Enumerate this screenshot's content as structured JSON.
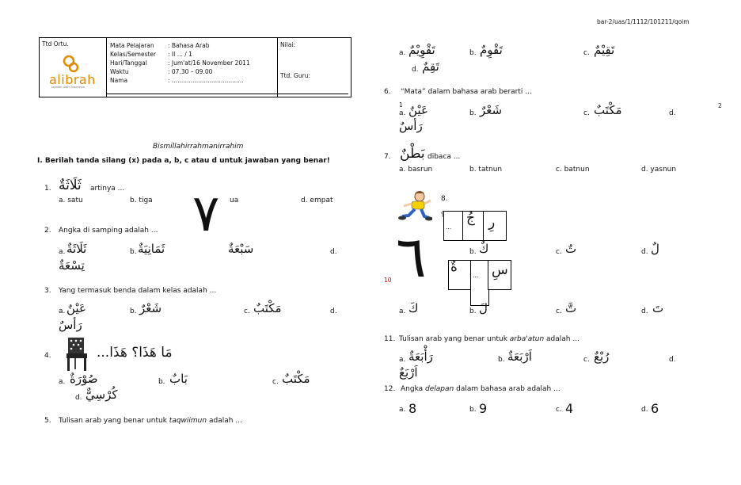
{
  "doc_code": "bar-2/uas/1/1112/101211/qoim",
  "page_number_right": "2",
  "header": {
    "ttd_ortu": "Ttd Ortu.",
    "logo_text": "alibrah",
    "logo_tagline": "sekolah islam indonesia",
    "rows": [
      {
        "label": "Mata Pelajaran",
        "value": ": Bahasa Arab"
      },
      {
        "label": "Kelas/Semester",
        "value": ": II ... / 1"
      },
      {
        "label": "Hari/Tanggal",
        "value": ": Jum'at/16 November 2011"
      },
      {
        "label": "Waktu",
        "value": ": 07.30 – 09.00"
      },
      {
        "label": "Nama",
        "value": ": ......................................"
      }
    ],
    "nilai": "Nilai:",
    "ttd_guru": "Ttd. Guru:"
  },
  "bismillah": "Bismillahirrahmanirrahim",
  "instruction": "I. Berilah tanda silang (x) pada a, b, c atau d untuk jawaban yang benar!",
  "q1": {
    "num": "1.",
    "arabic": "ثَلَاثَةٌ",
    "text": "artinya ...",
    "a": "a. satu",
    "b": "b. tiga",
    "c": "ua",
    "d": "d. empat"
  },
  "big_seven": "٧",
  "q2": {
    "num": "2.",
    "text": "Angka di samping adalah ...",
    "a": "a.",
    "a_ar": "ثَلَاثَةٌ",
    "b": "b.",
    "b_ar": "ثَمَانِيَةٌ",
    "c_ar": "سَبْعَةٌ",
    "d": "d.",
    "d_ar": "تِسْعَةٌ"
  },
  "q3": {
    "num": "3.",
    "text": "Yang termasuk benda dalam kelas adalah ...",
    "a": "a.",
    "a_ar": "عَيْنٌ",
    "b": "b.",
    "b_ar": "شَعْرٌ",
    "c": "c.",
    "c_ar": "مَكْتَبٌ",
    "d": "d.",
    "d_ar": "رَأسٌ"
  },
  "q4": {
    "num": "4.",
    "arabic": "مَا هَذَا؟ هَذَا...",
    "a": "a.",
    "a_ar": "صُوْرَةٌ",
    "b": "b.",
    "b_ar": "بَابٌ",
    "c": "c.",
    "c_ar": "مَكْتَبٌ",
    "d": "d.",
    "d_ar": "كُرْسِيٌّ"
  },
  "q5": {
    "num": "5.",
    "text_before": "Tulisan arab yang benar untuk",
    "text_italic": "taqwiimun",
    "text_after": "adalah ..."
  },
  "q5opts": {
    "a": "a.",
    "a_ar": "تَقْوِيْمٌ",
    "b": "b.",
    "b_ar": "تَقْوِمٌ",
    "c": "c.",
    "c_ar": "تَقِيْمٌ",
    "d": "d.",
    "d_ar": "تَقِمٌ"
  },
  "q6": {
    "num": "6.",
    "text": "“Mata” dalam bahasa arab berarti ...",
    "mark": "1",
    "a": "a.",
    "a_ar": "عَيْنٌ",
    "b": "b.",
    "b_ar": "شَعْرٌ",
    "c": "c.",
    "c_ar": "مَكْتَبٌ",
    "d": "d.",
    "d_ar": "رَأسٌ"
  },
  "q7": {
    "num": "7.",
    "arabic": "بَطْنٌ",
    "text": "dibaca ...",
    "a": "a. basrun",
    "b": "b. tatnun",
    "c": "c. batnun",
    "d": "d. yasnun"
  },
  "q8": {
    "num": "8."
  },
  "q9": {
    "num": "9.",
    "letters": [
      "جُ",
      "رِ"
    ],
    "dots": "..."
  },
  "big_six": "٦",
  "q10": {
    "num": "10",
    "letters": [
      "ةٌ",
      "سِ"
    ],
    "dots": "...",
    "b": "b.",
    "b_ar": "كٌ",
    "c": "c.",
    "c_ar": "تٌ",
    "d": "d.",
    "d_ar": "لٌ"
  },
  "q10opts": {
    "a": "a.",
    "a_ar": "كَ",
    "b": "b.",
    "b_ar": "لَ",
    "c": "c.",
    "c_ar": "تَّ",
    "d": "d.",
    "d_ar": "تَ"
  },
  "q11": {
    "num": "11.",
    "text_before": "Tulisan arab yang benar untuk",
    "text_italic": "arba'atun",
    "text_after": "adalah ...",
    "a": "a.",
    "a_ar": "رَأْبَعَةٌ",
    "b": "b.",
    "b_ar": "اَرْبَعَةٌ",
    "c": "c.",
    "c_ar": "رُبْعٌ",
    "d": "d.",
    "d_ar": "اَرْبَعٌ"
  },
  "q12": {
    "num": "12.",
    "text_before": "Angka",
    "text_italic": "delapan",
    "text_after": "dalam bahasa arab  adalah ...",
    "a": "a.",
    "a_v": "8",
    "b": "b.",
    "b_v": "9",
    "c": "c.",
    "c_v": "4",
    "d": "d.",
    "d_v": "6"
  }
}
